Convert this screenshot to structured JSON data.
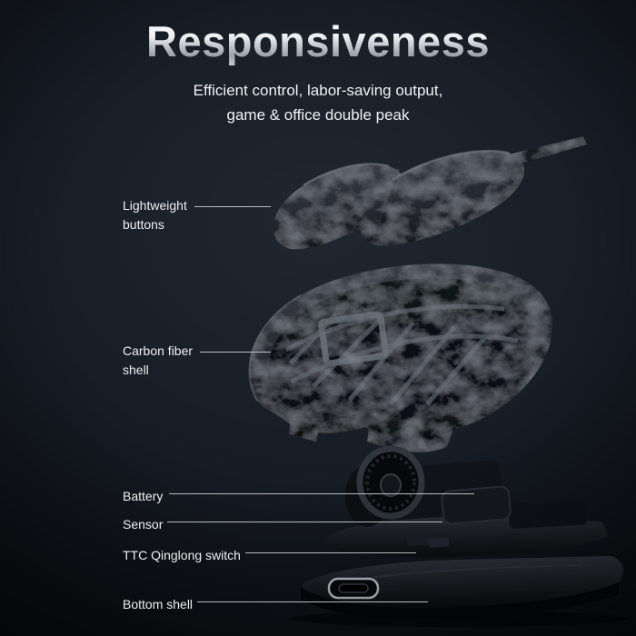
{
  "header": {
    "title": "Responsiveness",
    "subtitle_line1": "Efficient control, labor-saving output,",
    "subtitle_line2": "game & office double peak"
  },
  "callouts": [
    {
      "text": "Lightweight buttons"
    },
    {
      "text": "Carbon fiber shell"
    },
    {
      "text": "Battery"
    },
    {
      "text": "Sensor"
    },
    {
      "text": "TTC Qinglong switch"
    },
    {
      "text": "Bottom shell"
    }
  ],
  "illustration": {
    "parts": [
      "lightweight-buttons",
      "carbon-fiber-shell",
      "internals",
      "bottom-shell"
    ],
    "colors": {
      "background_center": "#202731",
      "background_edge": "#030507",
      "carbon_light": "#8d939c",
      "carbon_dark": "#0e1014",
      "leader_line": "#c9cdd3",
      "label_text": "#eef0f2",
      "usb_outline": "#c9ced5"
    }
  }
}
